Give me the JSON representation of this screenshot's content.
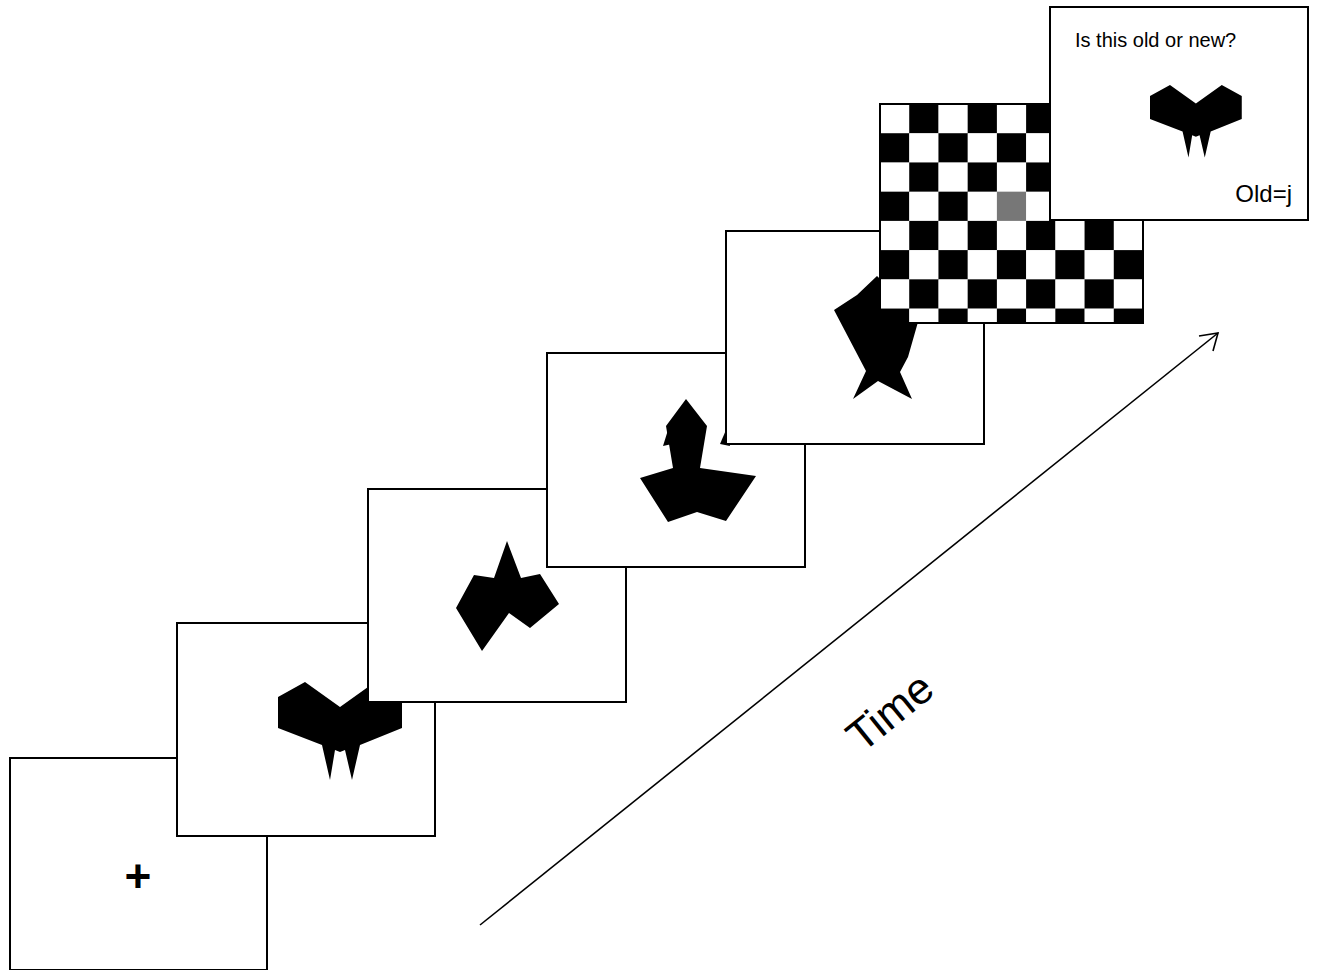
{
  "diagram": {
    "nodes": [
      {
        "text": [
          "+"
        ]
      },
      {
        "text": [
          "Is this old or new?",
          "Old=j"
        ]
      }
    ],
    "labels": [
      "Time"
    ]
  }
}
